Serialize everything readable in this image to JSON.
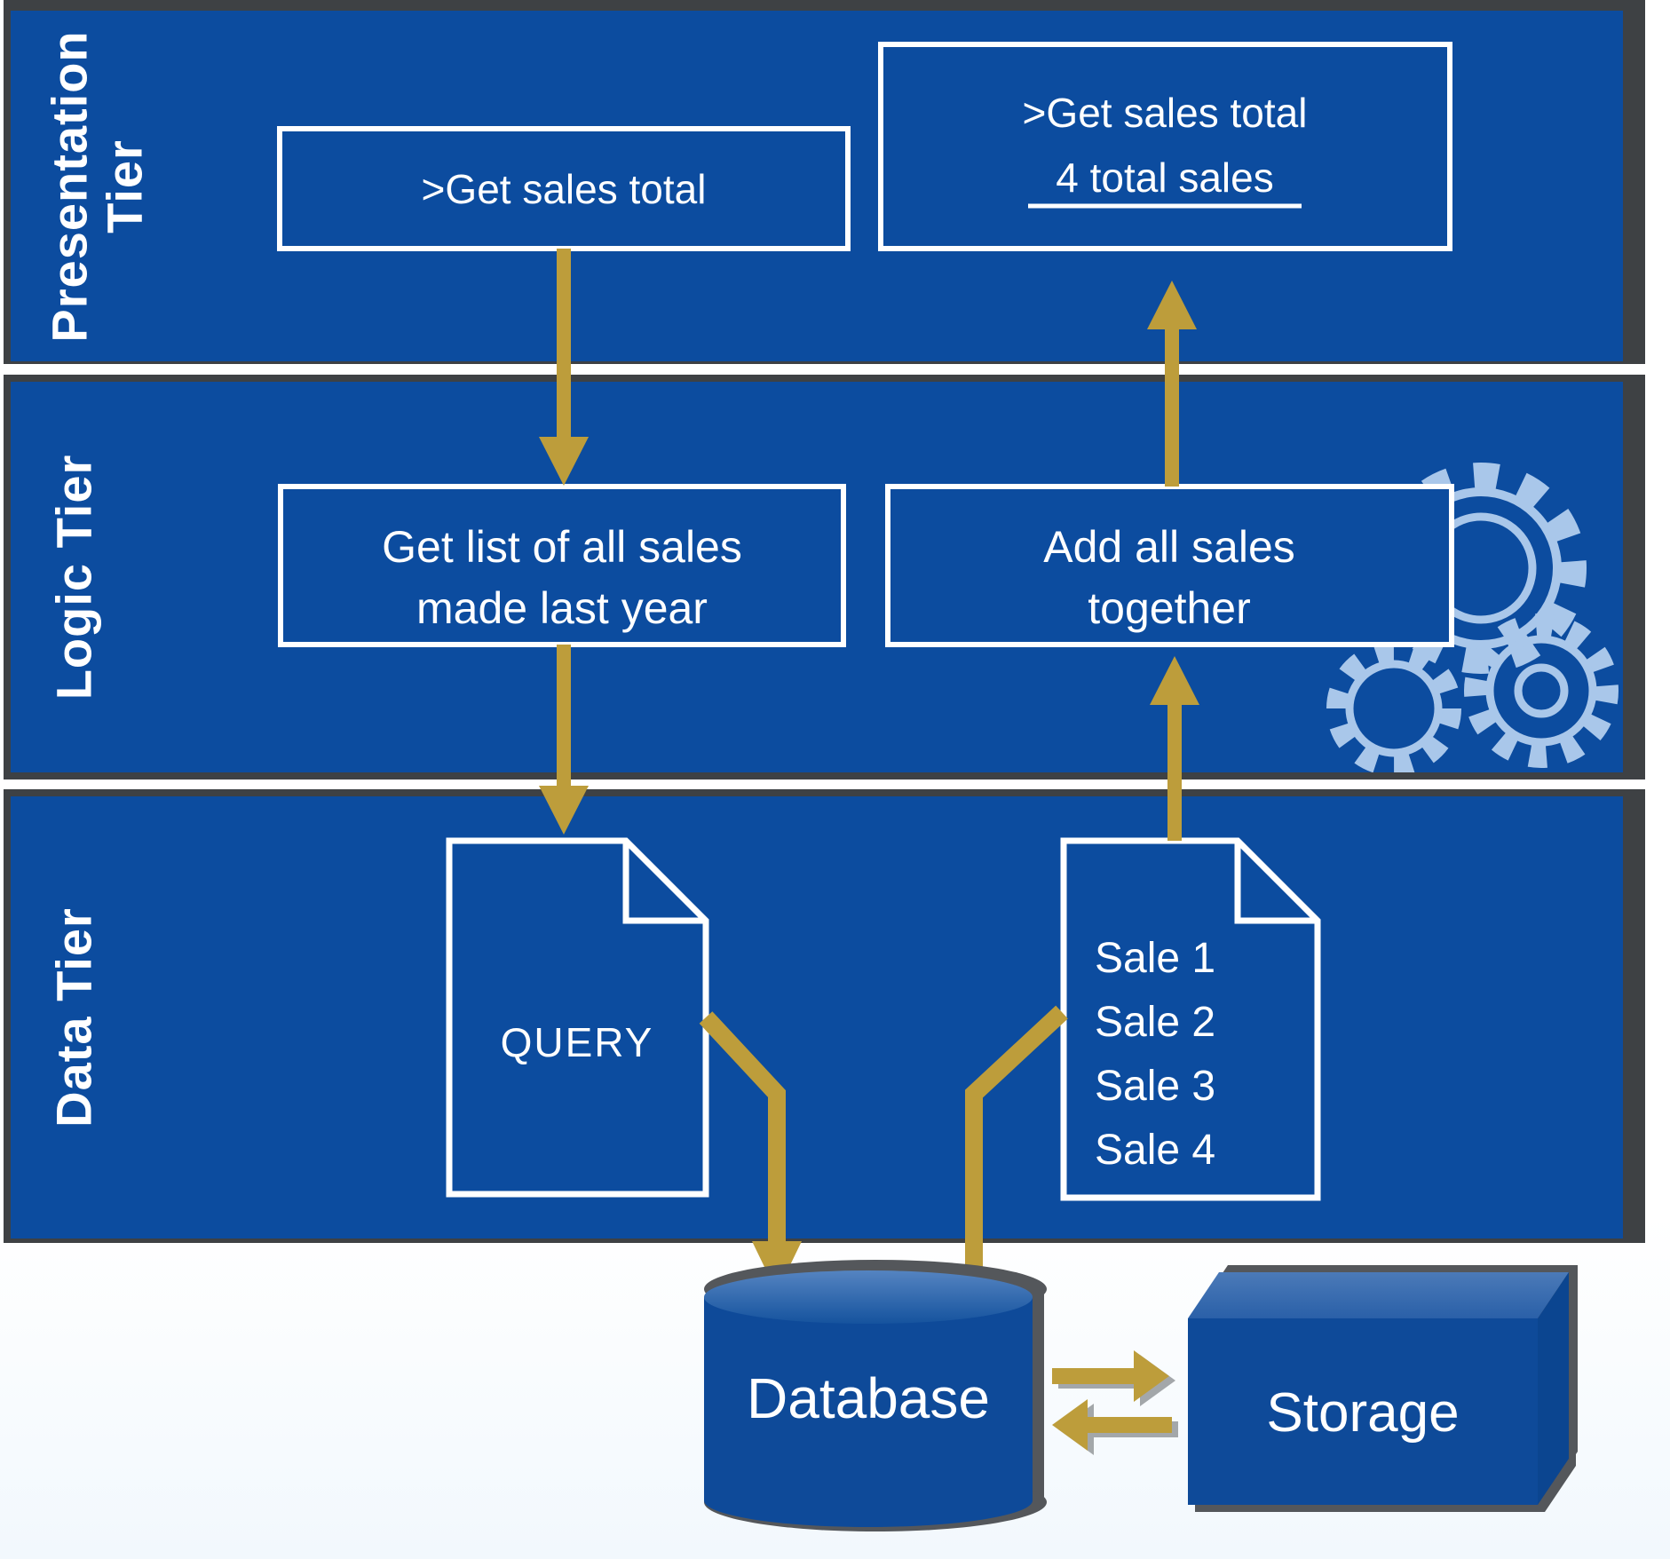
{
  "diagram": {
    "title_hint": "three-tier architecture sales total flow",
    "tiers": {
      "presentation": {
        "label_line1": "Presentation",
        "label_line2": "Tier"
      },
      "logic": {
        "label": "Logic Tier"
      },
      "data": {
        "label": "Data Tier"
      }
    },
    "nodes": {
      "request": ">Get sales total",
      "response_line1": ">Get sales total",
      "response_line2": "4 total sales",
      "get_list_line1": "Get list of all sales",
      "get_list_line2": "made last year",
      "add_sales_line1": "Add all sales",
      "add_sales_line2": "together",
      "query_doc": "QUERY",
      "sales_doc": [
        "Sale 1",
        "Sale 2",
        "Sale 3",
        "Sale 4"
      ],
      "database": "Database",
      "storage": "Storage"
    },
    "icons": [
      "gears-icon",
      "query-document-icon",
      "sales-list-document-icon",
      "database-cylinder-icon",
      "storage-box-icon",
      "arrow-down-icon",
      "arrow-up-icon",
      "arrow-right-icon",
      "arrow-left-icon"
    ],
    "colors": {
      "band_blue": "#0c4c9f",
      "solid_blue": "#0e4a99",
      "accent_gold": "#bd9d3b",
      "border_dark": "#3e4144",
      "shadow_gray": "#54575b",
      "gear_light_blue": "#a9c7ea",
      "text_white": "#ffffff"
    }
  }
}
